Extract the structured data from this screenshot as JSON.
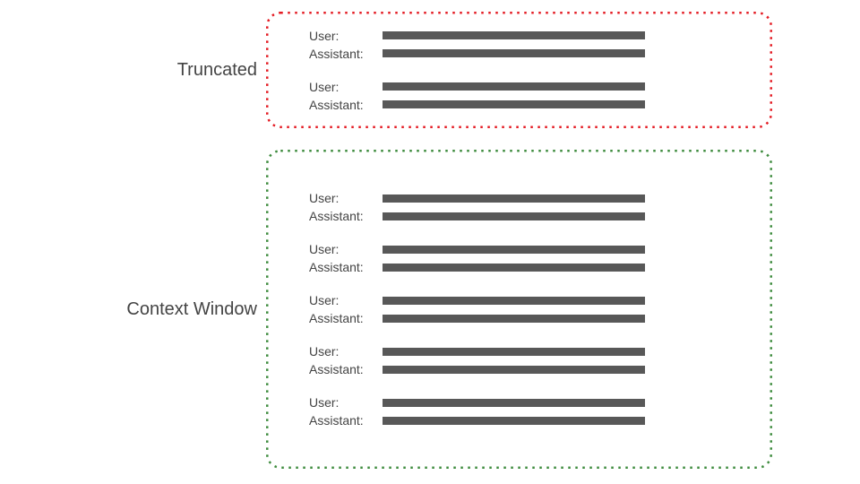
{
  "colors": {
    "truncated_border": "#e41b23",
    "context_border": "#3d8b3d",
    "bar": "#585858",
    "text": "#444444"
  },
  "truncated": {
    "label": "Truncated",
    "pairs": [
      {
        "user": "User:",
        "assistant": "Assistant:"
      },
      {
        "user": "User:",
        "assistant": "Assistant:"
      }
    ]
  },
  "context_window": {
    "label": "Context Window",
    "pairs": [
      {
        "user": "User:",
        "assistant": "Assistant:"
      },
      {
        "user": "User:",
        "assistant": "Assistant:"
      },
      {
        "user": "User:",
        "assistant": "Assistant:"
      },
      {
        "user": "User:",
        "assistant": "Assistant:"
      },
      {
        "user": "User:",
        "assistant": "Assistant:"
      }
    ]
  }
}
